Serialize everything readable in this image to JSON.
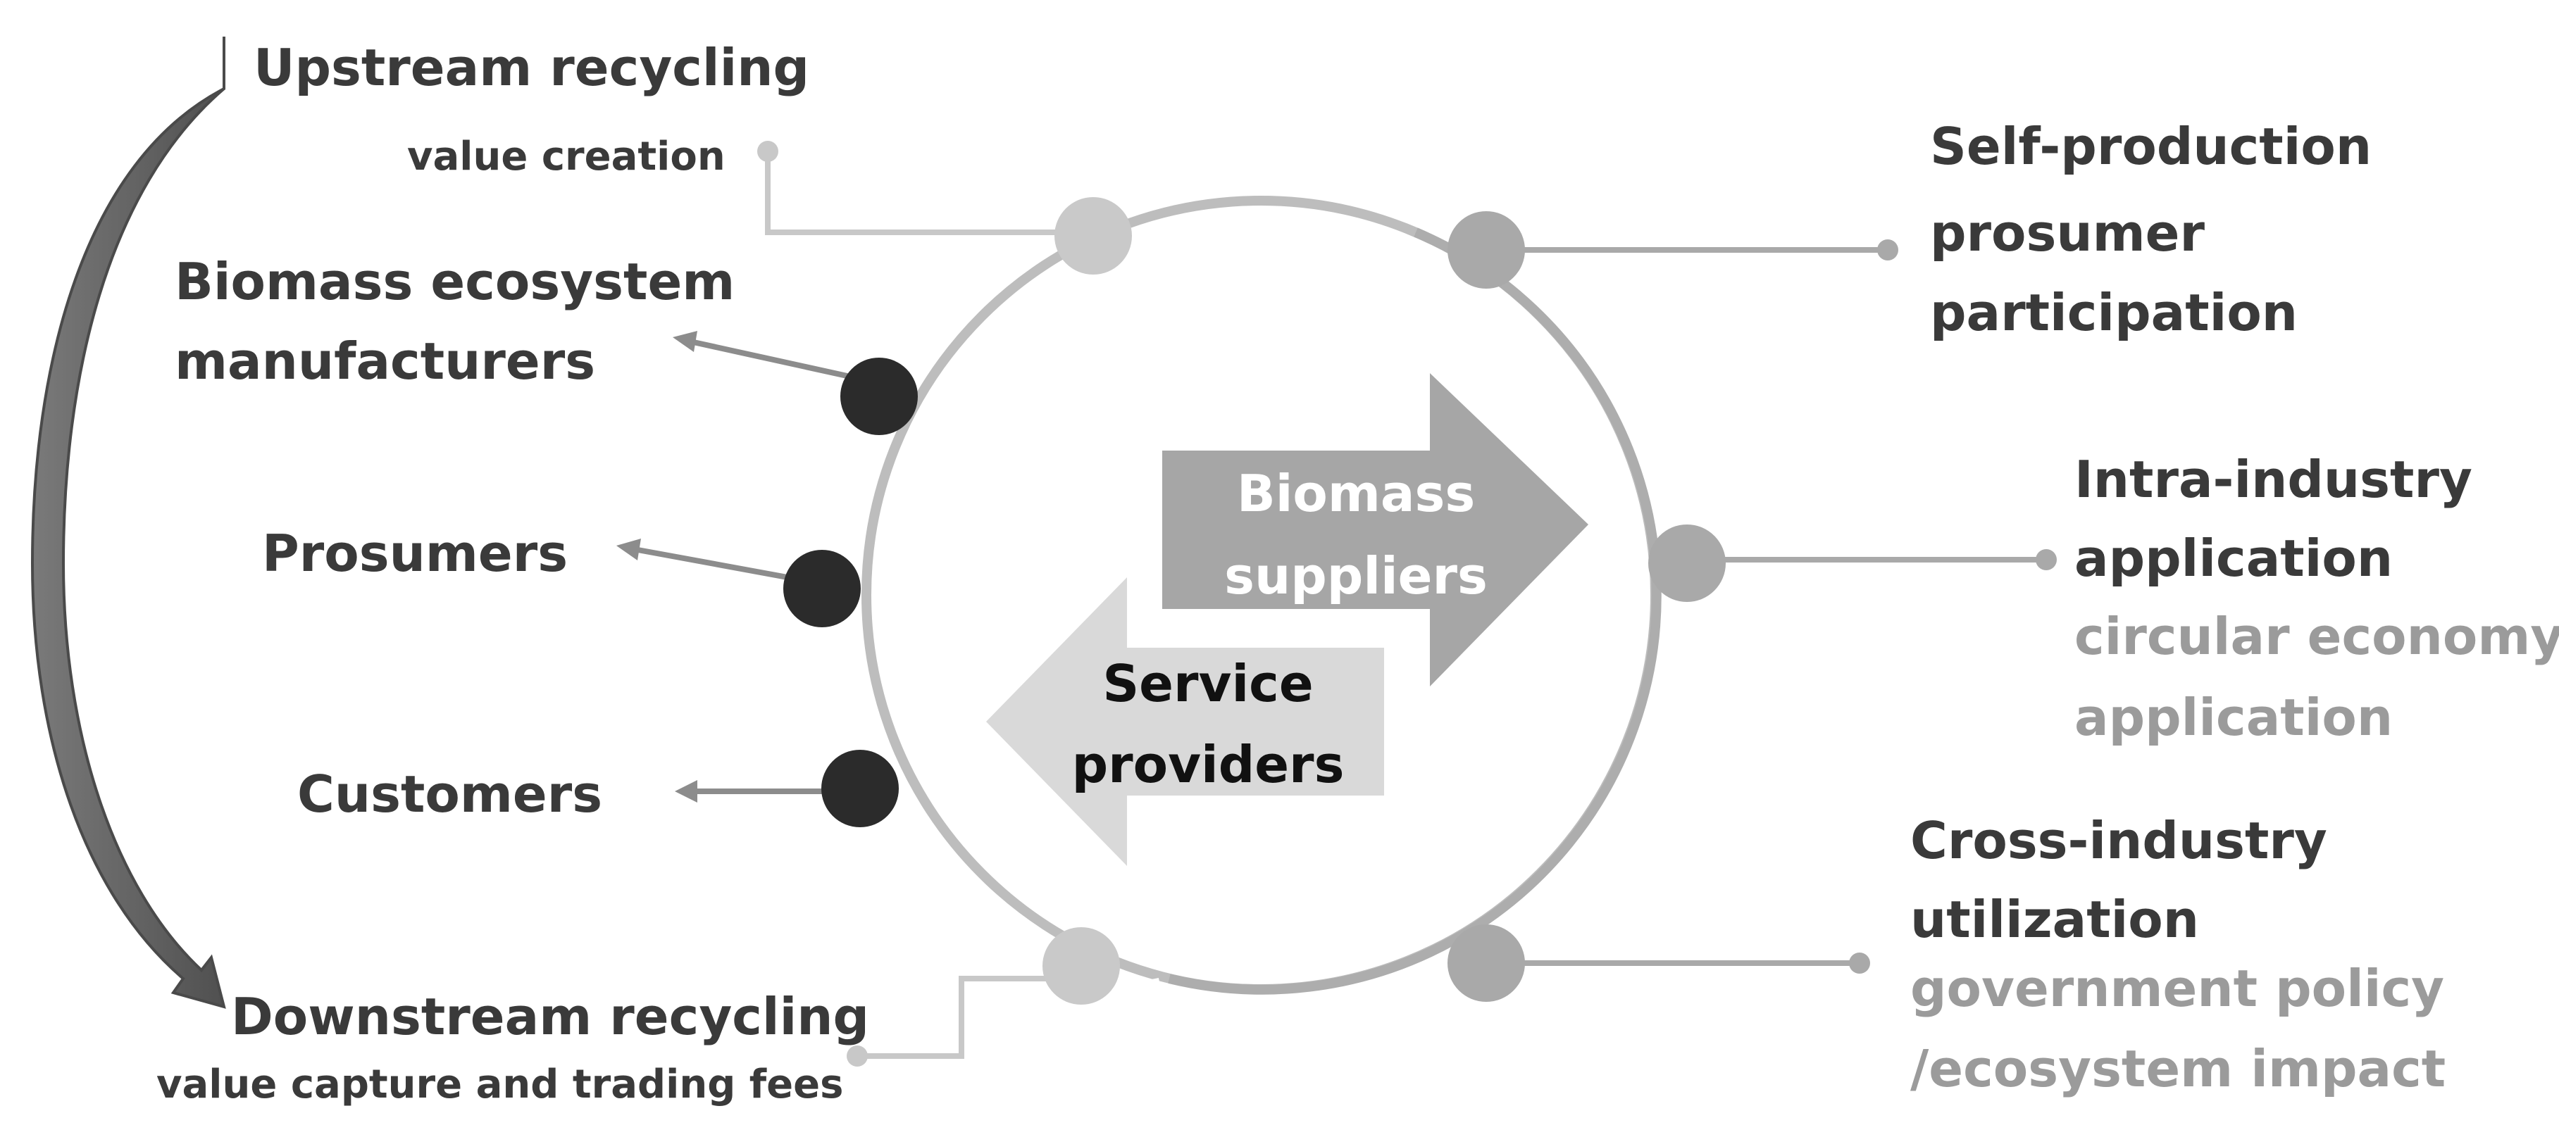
{
  "left": {
    "upstream_title": "Upstream recycling",
    "upstream_sub": "value creation",
    "biomass_line1": "Biomass ecosystem",
    "biomass_line2": "manufacturers",
    "prosumers": "Prosumers",
    "customers": "Customers",
    "downstream_title": "Downstream recycling",
    "downstream_sub": "value capture and trading fees"
  },
  "center": {
    "suppliers_line1": "Biomass",
    "suppliers_line2": "suppliers",
    "providers_line1": "Service",
    "providers_line2": "providers"
  },
  "right": {
    "self_line1": "Self-production",
    "self_line2": "prosumer",
    "self_line3": "participation",
    "intra_line1": "Intra-industry",
    "intra_line2": "application",
    "intra_line3": "circular economy",
    "intra_line4": "application",
    "cross_line1": "Cross-industry",
    "cross_line2": "utilization",
    "cross_line3": "government policy",
    "cross_line4": "/ecosystem impact"
  },
  "colors": {
    "ring": "#bdbdbd",
    "dark_node": "#2b2b2b",
    "light_node": "#c9c9c9",
    "mid_node": "#a9a9a9",
    "suppliers_arrow": "#a6a6a6",
    "providers_arrow": "#d9d9d9",
    "curved_arrow": "#595959",
    "connector_light": "#c8c8c8",
    "connector_mid": "#a9a9a9",
    "pointer": "#8c8c8c"
  }
}
